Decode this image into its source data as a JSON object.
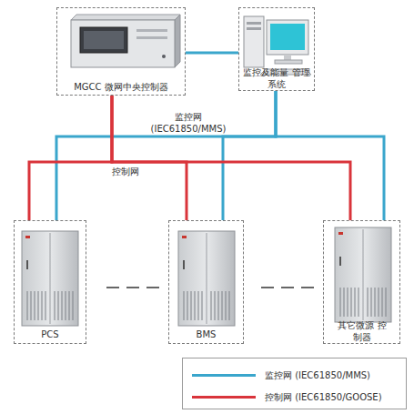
{
  "diagram": {
    "nodes": [
      {
        "text": [
          "MGCC 微网中央控制器"
        ]
      },
      {
        "text": [
          "监控及能量 管理系统"
        ]
      },
      {
        "text": [
          "PCS"
        ]
      },
      {
        "text": [
          "BMS"
        ]
      },
      {
        "text": [
          "其它微源 控制器"
        ]
      }
    ],
    "edges": [
      {
        "from": 0,
        "to": 1,
        "arrow": "none"
      },
      {
        "from": 1,
        "to": 2,
        "arrow": "none"
      },
      {
        "from": 1,
        "to": 3,
        "arrow": "none"
      },
      {
        "from": 1,
        "to": 4,
        "arrow": "none"
      },
      {
        "from": 0,
        "to": 2,
        "arrow": "none"
      },
      {
        "from": 0,
        "to": 3,
        "arrow": "none"
      },
      {
        "from": 0,
        "to": 4,
        "arrow": "none"
      }
    ],
    "labels": [
      "监控网 (IEC61850/MMS)",
      "控制网"
    ],
    "legend": [
      {
        "text": "监控网 (IEC61850/MMS)",
        "color": "#3aa6cc"
      },
      {
        "text": "控制网 (IEC61850/GOOSE)",
        "color": "#d9343b"
      }
    ]
  }
}
